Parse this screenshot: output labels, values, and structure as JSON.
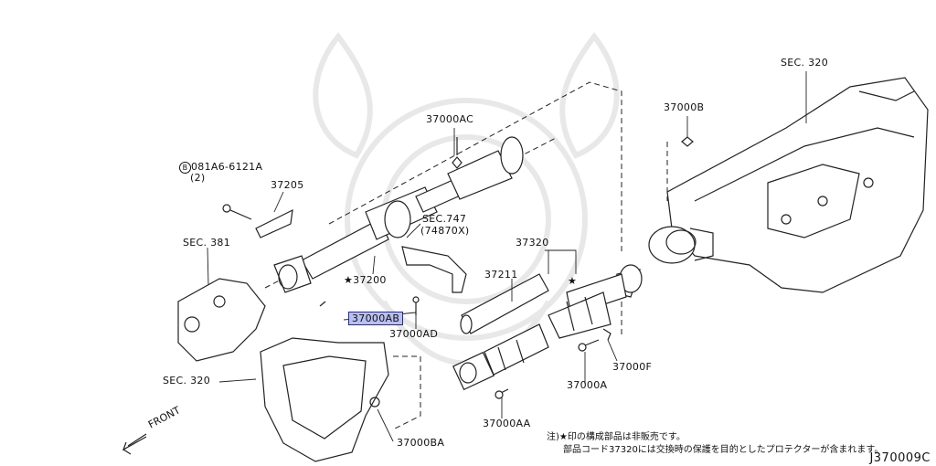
{
  "labels": {
    "sec320_top": "SEC. 320",
    "p37000B": "37000B",
    "p37000AC": "37000AC",
    "bolt_code": "081A6-6121A",
    "bolt_qty": "(2)",
    "bolt_circle": "B",
    "p37205": "37205",
    "sec747": "SEC.747",
    "sec747_sub": "(74870X)",
    "sec381": "SEC. 381",
    "p37320": "37320",
    "p37211": "37211",
    "p37200": "37200",
    "p37000AB": "37000AB",
    "p37000AD": "37000AD",
    "sec320_left": "SEC. 320",
    "p37000F": "37000F",
    "p37000A": "37000A",
    "p37000AA": "37000AA",
    "p37000BA": "37000BA",
    "front": "FRONT"
  },
  "notes": {
    "line1": "注)★印の構成部品は非販売です。",
    "line2": "部品コード37320には交換時の保護を目的としたプロテクターが含まれます。"
  },
  "diagram_code": "J370009C",
  "star_symbol": "★",
  "colors": {
    "highlight": "#b8bff2",
    "line": "#222222",
    "watermark": "#e6e6e6"
  }
}
